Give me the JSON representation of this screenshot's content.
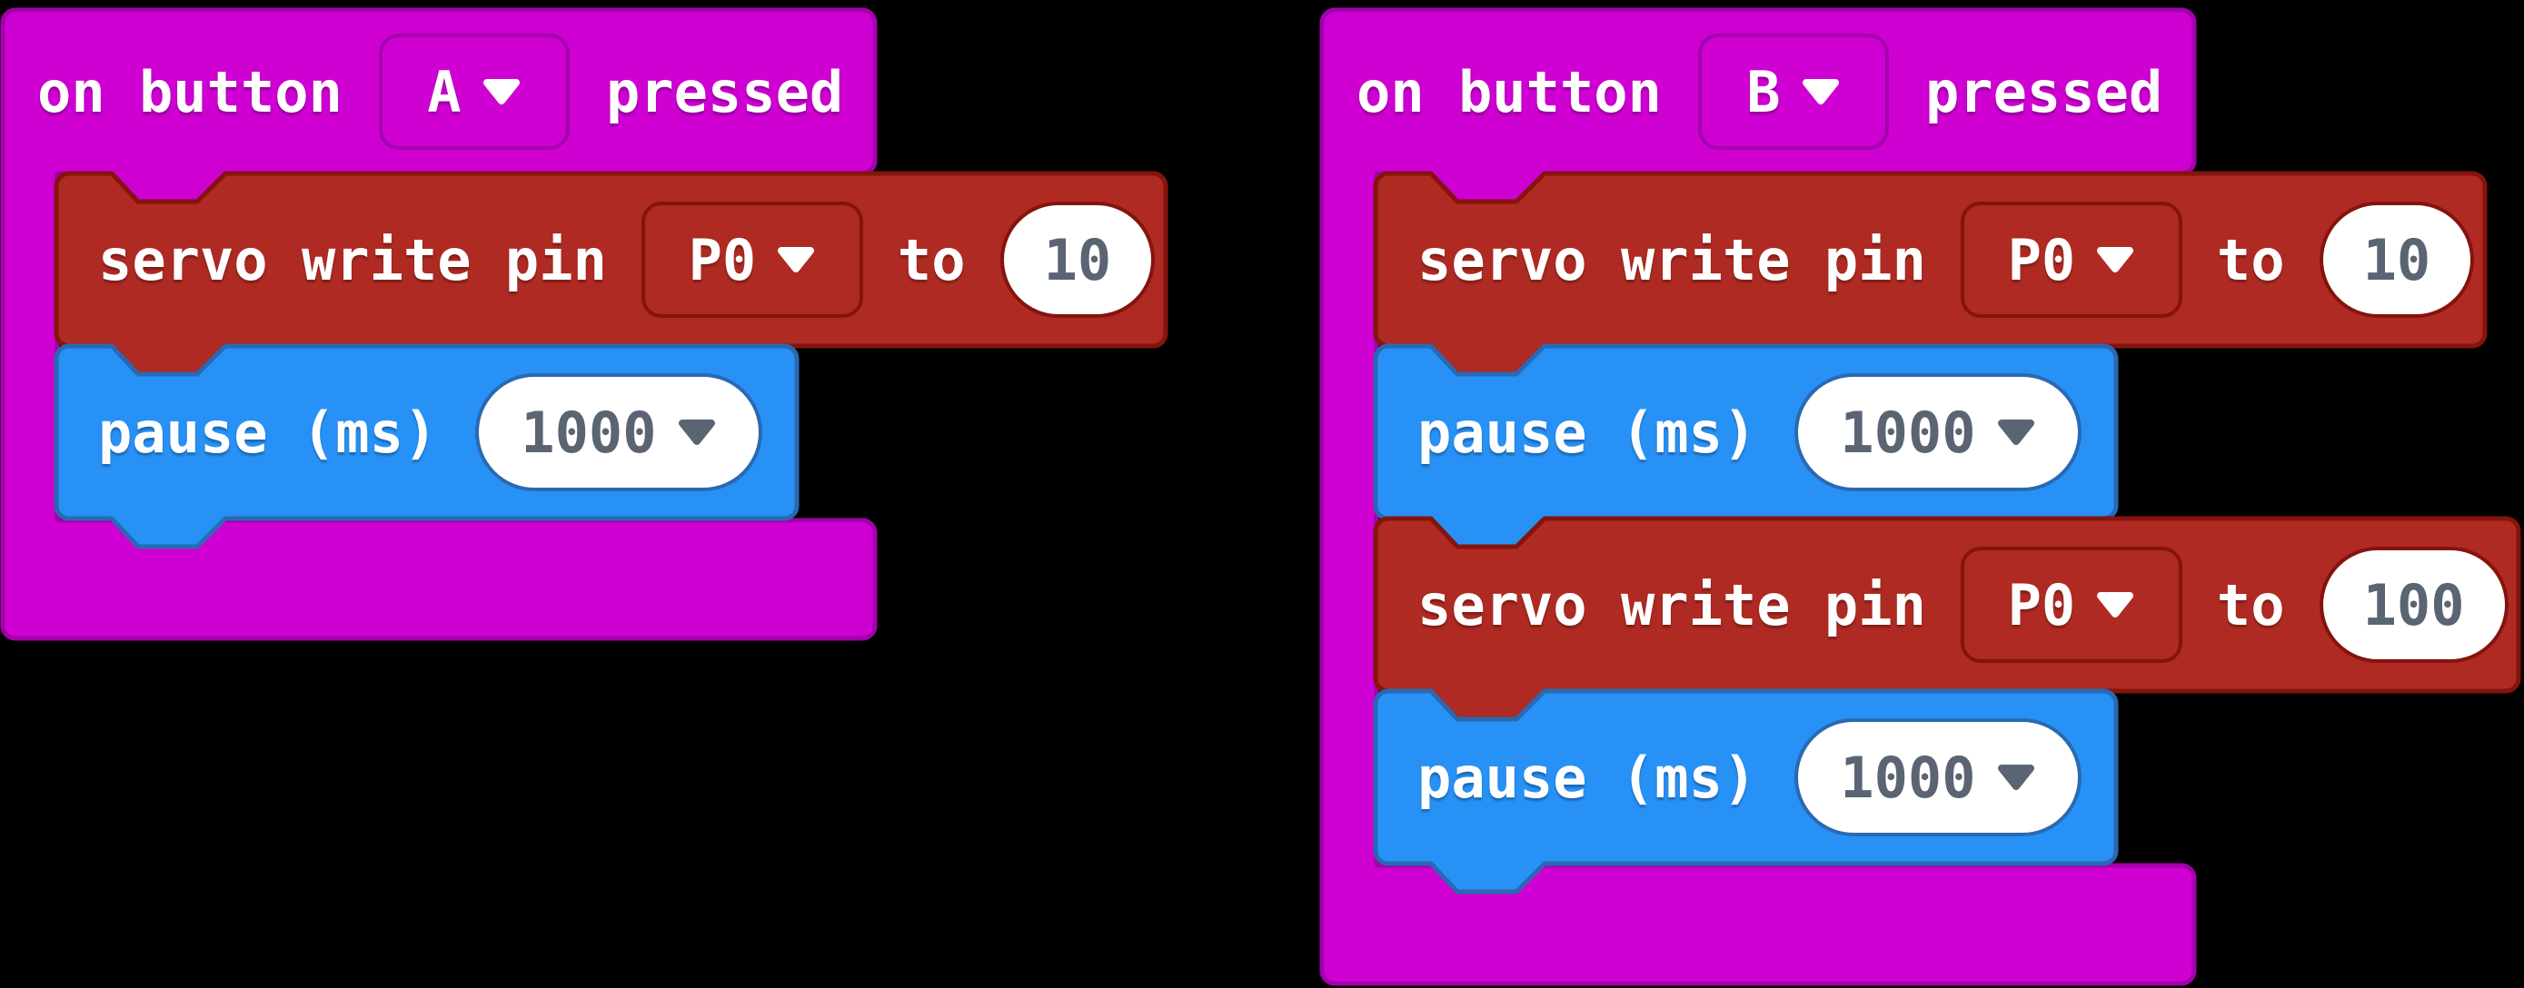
{
  "workspace": {
    "background": "#000000",
    "editor": "MakeCode blocks"
  },
  "colors": {
    "bg": "#000000",
    "magenta_fill": "#CE00D2",
    "magenta_stroke": "#A300AC",
    "red_fill": "#AF2A22",
    "red_stroke": "#84140D",
    "blue_fill": "#2791F6",
    "blue_stroke": "#2A69B2",
    "value_text": "#5A6473",
    "label_text": "#FFFFFF",
    "shadow_bg": "#FFFFFF"
  },
  "stacks": [
    {
      "name": "on-button-A",
      "event": {
        "prefix": "on button",
        "button": "A",
        "suffix": "pressed"
      },
      "body": [
        {
          "type": "servo-write",
          "label": "servo write pin",
          "pin": "P0",
          "to_label": "to",
          "value": "10"
        },
        {
          "type": "pause",
          "label": "pause (ms)",
          "value": "1000"
        }
      ]
    },
    {
      "name": "on-button-B",
      "event": {
        "prefix": "on button",
        "button": "B",
        "suffix": "pressed"
      },
      "body": [
        {
          "type": "servo-write",
          "label": "servo write pin",
          "pin": "P0",
          "to_label": "to",
          "value": "10"
        },
        {
          "type": "pause",
          "label": "pause (ms)",
          "value": "1000"
        },
        {
          "type": "servo-write",
          "label": "servo write pin",
          "pin": "P0",
          "to_label": "to",
          "value": "100"
        },
        {
          "type": "pause",
          "label": "pause (ms)",
          "value": "1000"
        }
      ]
    }
  ]
}
